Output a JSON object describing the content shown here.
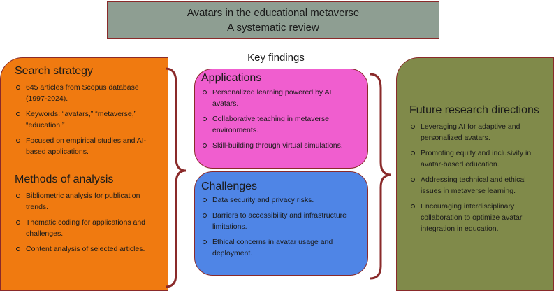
{
  "title": {
    "line1": "Avatars in the educational metaverse",
    "line2": "A systematic review"
  },
  "key_findings": "Key findings",
  "search_strategy": {
    "heading": "Search strategy",
    "items": [
      "645 articles from Scopus database (1997-2024).",
      "Keywords: “avatars,” “metaverse,” “education.”",
      "Focused on empirical studies and AI-based applications."
    ]
  },
  "methods": {
    "heading": "Methods of analysis",
    "items": [
      "Bibliometric analysis for publication trends.",
      "Thematic coding for applications and challenges.",
      "Content analysis of selected articles."
    ]
  },
  "applications": {
    "heading": "Applications",
    "items": [
      "Personalized learning powered by AI avatars.",
      "Collaborative teaching in metaverse environments.",
      "Skill-building through virtual simulations."
    ]
  },
  "challenges": {
    "heading": "Challenges",
    "items": [
      "Data security and privacy risks.",
      "Barriers to accessibility and infrastructure limitations.",
      "Ethical concerns in avatar usage and deployment."
    ]
  },
  "future": {
    "heading": "Future research directions",
    "items": [
      "Leveraging AI for adaptive and personalized avatars.",
      "Promoting equity and inclusivity in avatar-based education.",
      "Addressing technical and ethical issues in metaverse learning.",
      "Encouraging interdisciplinary collaboration to optimize avatar integration in education."
    ]
  },
  "colors": {
    "title_bg": "#8e9e92",
    "search_bg": "#f07a10",
    "applications_bg": "#f05ecf",
    "challenges_bg": "#4f85e6",
    "future_bg": "#808a4a",
    "brace": "#8a2a2a"
  }
}
